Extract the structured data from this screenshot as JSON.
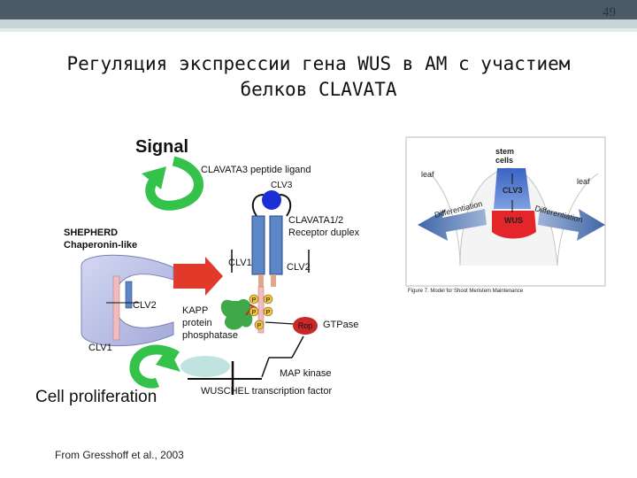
{
  "page_number": "49",
  "title": {
    "line1": "Регуляция экспрессии гена WUS в AM с участием",
    "line2": "белков CLAVATA"
  },
  "citation": "From Gresshoff et al., 2003",
  "colors": {
    "receptor_blue": "#5b86c8",
    "arrow_green": "#34c24a",
    "arrow_red": "#e23a2a",
    "phosphatase_green": "#3fa94a",
    "rop_red": "#c82828",
    "clv3_blue": "#1b2fd6",
    "chaperone_lavender": "#b7bde4"
  },
  "main_diagram": {
    "signal": "Signal",
    "clavata3_ligand": "CLAVATA3 peptide ligand",
    "clv3": "CLV3",
    "clavata12_line1": "CLAVATA1/2",
    "clavata12_line2": "Receptor duplex",
    "clv1": "CLV1",
    "clv2": "CLV2",
    "shepherd_line1": "SHEPHERD",
    "shepherd_line2": "Chaperonin-like",
    "clv2_left": "CLV2",
    "clv1_left": "CLV1",
    "kapp_line1": "KAPP",
    "kapp_line2": "protein",
    "kapp_line3": "phosphatase",
    "rop": "Rop",
    "gtpase": "GTPase",
    "p_label": "P",
    "map_kinase": "MAP kinase",
    "wuschel": "WUSCHEL transcription factor",
    "cell_proliferation": "Cell proliferation"
  },
  "inset": {
    "stem_cells_line1": "stem",
    "stem_cells_line2": "cells",
    "leaf_left": "leaf",
    "leaf_right": "leaf",
    "differentiation_left": "Differentiation",
    "differentiation_right": "Differentiation",
    "clv3": "CLV3",
    "wus": "WUS",
    "caption": "Figure 7. Model for Shoot Meristem Maintenance"
  }
}
